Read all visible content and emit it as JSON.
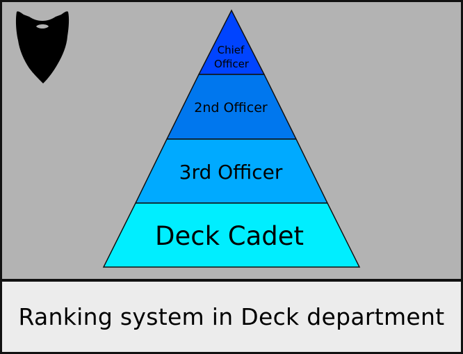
{
  "diagram": {
    "levels": [
      {
        "lines": [
          "Chief",
          "Officer"
        ],
        "color": "#0044ff"
      },
      {
        "lines": [
          "2nd Officer"
        ],
        "color": "#0077ee"
      },
      {
        "lines": [
          "3rd Officer"
        ],
        "color": "#00aaff"
      },
      {
        "lines": [
          "Deck Cadet"
        ],
        "color": "#00eeff"
      }
    ],
    "caption": "Ranking system in Deck department",
    "logo_icon": "beard-icon",
    "colors": {
      "background": "#b3b3b3",
      "caption_background": "#ececec",
      "outline": "#111111"
    }
  }
}
